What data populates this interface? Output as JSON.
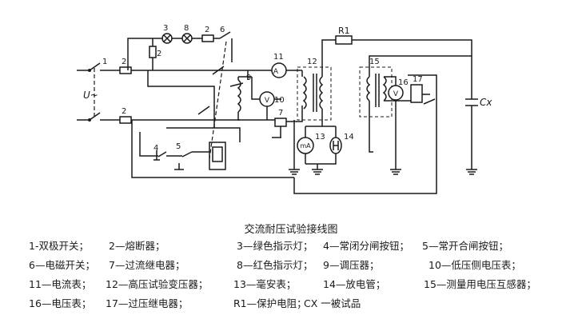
{
  "diagram": {
    "nums": {
      "n1": "1",
      "n2a": "2",
      "n2b": "2",
      "n2c": "2",
      "n2d": "2",
      "n3": "3",
      "n8": "8",
      "n6": "6",
      "n4": "4",
      "n5": "5",
      "n7": "7",
      "n9": "9",
      "n10": "10",
      "n11": "11",
      "n12": "12",
      "n13": "13",
      "n14": "14",
      "n15": "15",
      "n16": "16",
      "n17": "17"
    },
    "source": "U~",
    "r1": "R1",
    "cx": "Cx",
    "meters": {
      "a": "A",
      "v1": "V",
      "v2": "V",
      "ma": "mA"
    }
  },
  "caption": "交流耐压试验接线图",
  "legend": {
    "row1": [
      "1-双极开关；",
      "2—熔断器；",
      "3—绿色指示灯；",
      "4—常闭分闸按钮；",
      "5—常开合闸按钮；"
    ],
    "row2": [
      "6—电磁开关；",
      "7—过流继电器；",
      "8—红色指示灯；",
      "9—调压器；",
      "10—低压侧电压表；"
    ],
    "row3": [
      "11—电流表；",
      "12—高压试验变压器；",
      "13—毫安表；",
      "14—放电管；",
      "15—测量用电压互感器；"
    ],
    "row4": [
      "16—电压表；",
      "17—过压继电器；",
      "R1—保护电阻；",
      "CX 一被试品"
    ]
  }
}
